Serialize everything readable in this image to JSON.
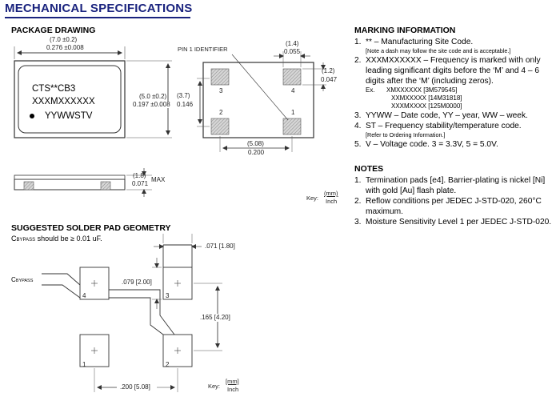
{
  "title": "MECHANICAL SPECIFICATIONS",
  "package": {
    "heading": "PACKAGE DRAWING",
    "width_mm": "(7.0 ±0.2)",
    "width_in": "0.276 ±0.008",
    "height_mm": "(5.0 ±0.2)",
    "height_in": "0.197 ±0.008",
    "marking_lines": [
      "CTS**CB3",
      "XXXMXXXXXX",
      "YYWWSTV"
    ],
    "thickness_mm": "(1.8)",
    "thickness_in": "0.071",
    "thickness_max": "MAX"
  },
  "bottom_view": {
    "pin1_label": "PIN 1 IDENTIFIER",
    "pad_w_mm": "(1.4)",
    "pad_w_in": "0.055",
    "pad_h_mm": "(1.2)",
    "pad_h_in": "0.047",
    "span_h_mm": "(3.7)",
    "span_h_in": "0.146",
    "span_w_mm": "(5.08)",
    "span_w_in": "0.200",
    "pins": [
      "1",
      "2",
      "3",
      "4"
    ],
    "key_label": "Key:",
    "key_mm": "(mm)",
    "key_in": "Inch"
  },
  "solder": {
    "heading": "SUGGESTED SOLDER PAD GEOMETRY",
    "cbypass_note_sym": "C",
    "cbypass_note_sub": "BYPASS",
    "cbypass_note_rest": " should be ≥ 0.01 uF.",
    "cbypass_label": "C",
    "cbypass_label_sub": "BYPASS",
    "dim_pad_w": ".071 [1.80]",
    "dim_pad_h": ".079 [2.00]",
    "dim_span_v": ".165 [4.20]",
    "dim_span_h": ".200 [5.08]",
    "pins": [
      "1",
      "2",
      "3",
      "4"
    ],
    "key_label": "Key:",
    "key_mm": "[mm]",
    "key_in": "Inch"
  },
  "marking": {
    "heading": "MARKING INFORMATION",
    "items": [
      {
        "num": "1.",
        "text": "** – Manufacturing Site Code.",
        "note": "[Note a dash may follow the site code and is acceptable.]"
      },
      {
        "num": "2.",
        "text": "XXXMXXXXXX – Frequency is marked with only leading significant digits before the ‘M’ and 4 – 6 digits after the ‘M’ (including zeros).",
        "ex_label": "Ex.",
        "examples": [
          "XMXXXXXX [3M579545]",
          "XXMXXXXX [14M31818]",
          "XXXMXXXX [125M0000]"
        ]
      },
      {
        "num": "3.",
        "text": "YYWW – Date code, YY – year, WW – week."
      },
      {
        "num": "4.",
        "text": "ST – Frequency stability/temperature code.",
        "note": "[Refer to Ordering Information.]"
      },
      {
        "num": "5.",
        "text": "V – Voltage code.  3 = 3.3V, 5 = 5.0V."
      }
    ]
  },
  "notes": {
    "heading": "NOTES",
    "items": [
      {
        "num": "1.",
        "text": "Termination pads [e4].  Barrier-plating is nickel [Ni] with gold [Au] flash plate."
      },
      {
        "num": "2.",
        "text": "Reflow conditions per JEDEC J-STD-020, 260°C maximum."
      },
      {
        "num": "3.",
        "text": "Moisture Sensitivity Level 1 per JEDEC J-STD-020."
      }
    ]
  }
}
